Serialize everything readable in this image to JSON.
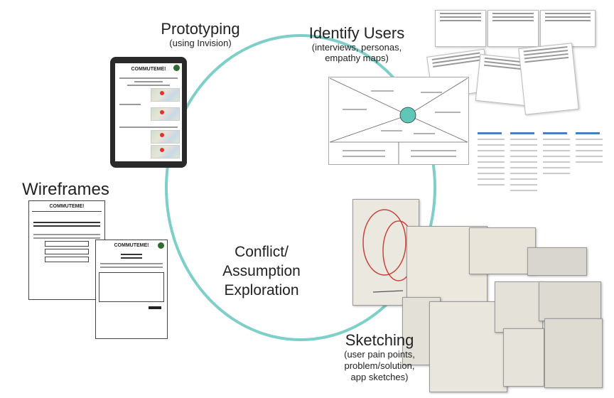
{
  "cycle": {
    "color": "#7ecfc8",
    "stages": [
      {
        "title": "Prototyping",
        "subtitle": "(using Invision)"
      },
      {
        "title": "Identify Users",
        "subtitle_lines": [
          "(interviews, personas,",
          "empathy maps)"
        ]
      },
      {
        "title_lines": [
          "Conflict/",
          "Assumption",
          "Exploration"
        ]
      },
      {
        "title": "Sketching",
        "subtitle_lines": [
          "(user pain points,",
          "problem/solution,",
          "app sketches)"
        ]
      },
      {
        "title": "Wireframes"
      }
    ]
  },
  "tablet": {
    "app_title": "COMMUTEME!"
  },
  "wireframes": {
    "app_title": "COMMUTEME!",
    "app_title_2": "COMMUTEME!"
  }
}
